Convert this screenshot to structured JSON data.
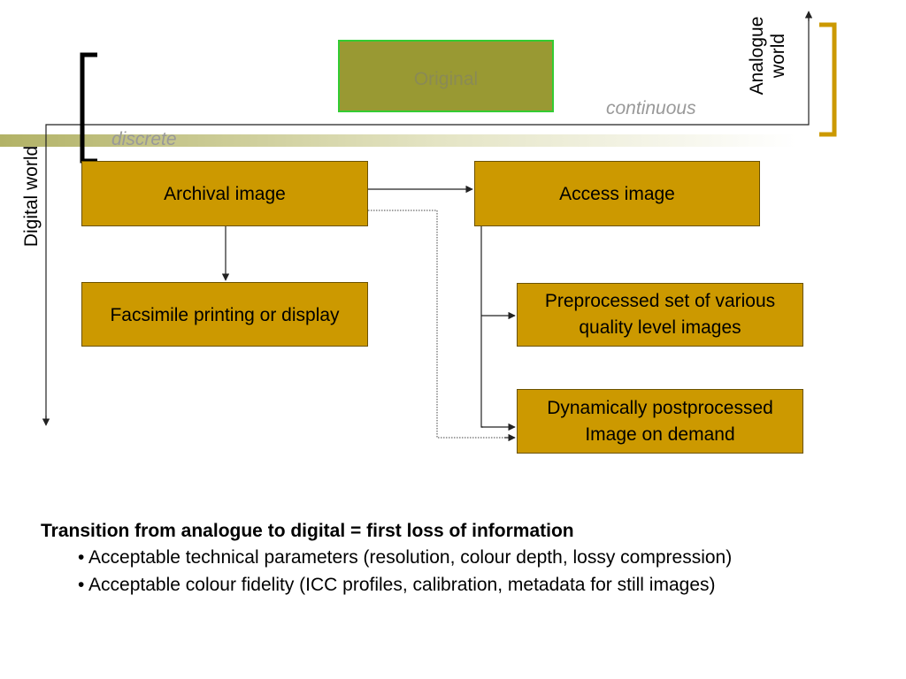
{
  "diagram": {
    "labels": {
      "original": "Original",
      "continuous": "continuous",
      "discrete": "discrete",
      "digital_world": "Digital world",
      "analogue_world_line1": "Analogue",
      "analogue_world_line2": "world"
    },
    "boxes": {
      "archival": "Archival image",
      "access": "Access image",
      "facsimile": "Facsimile printing or display",
      "preprocessed_line1": "Preprocessed set of various",
      "preprocessed_line2": "quality level images",
      "dynamic_line1": "Dynamically postprocessed",
      "dynamic_line2": "Image on demand"
    },
    "colors": {
      "box_fill": "#cc9900",
      "original_fill": "#999933",
      "original_border": "#33cc33",
      "original_text": "#8a8a55",
      "muted_text": "#999999",
      "bracket_gold": "#cc9900",
      "bracket_black": "#000000",
      "gradient_start": "#b2b266"
    }
  },
  "caption": {
    "heading": "Transition from analogue to digital = first loss of information",
    "bullets": [
      "• Acceptable technical parameters (resolution, colour depth, lossy compression)",
      "• Acceptable colour fidelity (ICC profiles, calibration, metadata for still images)"
    ]
  }
}
